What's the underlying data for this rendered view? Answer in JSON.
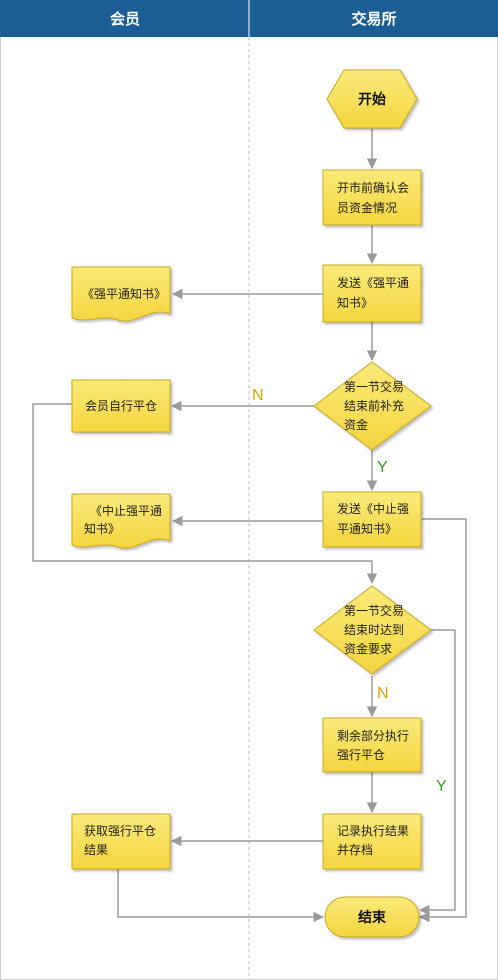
{
  "lanes": [
    {
      "id": "member",
      "label": "会员"
    },
    {
      "id": "exchange",
      "label": "交易所"
    }
  ],
  "nodes": {
    "start": {
      "lines": [
        "开始"
      ]
    },
    "confirm_funds": {
      "lines": [
        "开市前确认会",
        "员资金情况"
      ]
    },
    "send_notice": {
      "lines": [
        "发送《强平通",
        "知书》"
      ]
    },
    "notice_doc": {
      "lines": [
        "《强平通知书》"
      ]
    },
    "decision_before_end": {
      "lines": [
        "第一节交易",
        "结束前补充",
        "资金"
      ]
    },
    "member_self_close": {
      "lines": [
        "会员自行平仓"
      ]
    },
    "send_stop_notice": {
      "lines": [
        "发送《中止强",
        "平通知书》"
      ]
    },
    "stop_notice_doc": {
      "lines": [
        "《中止强平通",
        "知书》"
      ]
    },
    "decision_at_end": {
      "lines": [
        "第一节交易",
        "结束时达到",
        "资金要求"
      ]
    },
    "execute_forced_close": {
      "lines": [
        "剩余部分执行",
        "强行平仓"
      ]
    },
    "record_results": {
      "lines": [
        "记录执行结果",
        "并存档"
      ]
    },
    "get_results": {
      "lines": [
        "获取强行平仓",
        "结果"
      ]
    },
    "end": {
      "lines": [
        "结束"
      ]
    }
  },
  "edge_labels": {
    "n1": "N",
    "y1": "Y",
    "n2": "N",
    "y2": "Y"
  },
  "colors": {
    "header": "#1b5e96",
    "node_fill": "#f7e15d",
    "node_stroke": "#c9a920",
    "connector": "#9a9a9a",
    "lane_divider": "#bbbbbb"
  }
}
